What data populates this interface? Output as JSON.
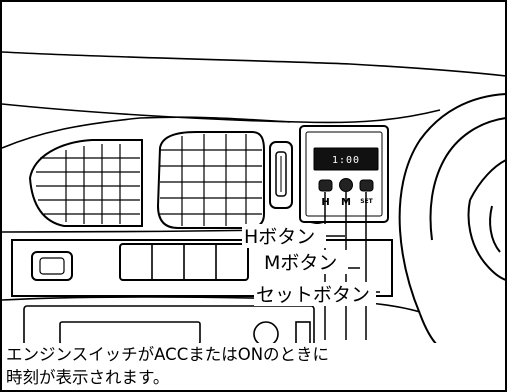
{
  "diagram": {
    "clock_display": "1:00",
    "button_labels": {
      "h": "H",
      "m": "M",
      "set": "SET"
    },
    "callouts": {
      "h_button": "Hボタン",
      "m_button": "Mボタン",
      "set_button": "セットボタン"
    },
    "caption": {
      "line1": "エンジンスイッチがACCまたはONのときに",
      "line2": "時刻が表示されます。"
    }
  }
}
